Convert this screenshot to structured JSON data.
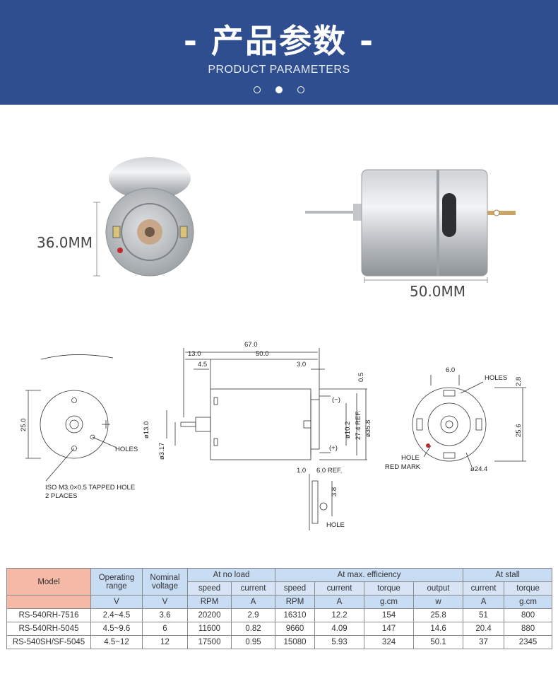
{
  "header": {
    "title": "- 产品参数 -",
    "subtitle": "PRODUCT PARAMETERS"
  },
  "photos": {
    "front_dimension": "36.0MM",
    "side_dimension": "50.0MM"
  },
  "drawing": {
    "dims_top": [
      "67.0",
      "13.0",
      "50.0",
      "4.5",
      "3.0",
      "0.5"
    ],
    "dims_side": [
      "(−)",
      "(+)",
      "ø10.2",
      "27.4 REF.",
      "ø35.8",
      "ø13.0",
      "ø3.17"
    ],
    "left_view": {
      "dim": "25.0",
      "holes": "HOLES",
      "note_line1": "ISO M3.0×0.5 TAPPED HOLE",
      "note_line2": "2 PLACES"
    },
    "terminal": {
      "dim_a": "1.0",
      "dim_b": "6.0 REF.",
      "dim_c": "3.8",
      "hole": "HOLE"
    },
    "right_view": {
      "dim_top": "6.0",
      "holes": "HOLES",
      "dim_right_a": "2.8",
      "dim_right_b": "25.6",
      "hole": "HOLE",
      "red_mark": "RED MARK",
      "dia": "ø24.4"
    }
  },
  "table": {
    "headers": {
      "model": "Model",
      "operating_range": "Operating range",
      "nominal_voltage": "Nominal voltage",
      "no_load": "At no load",
      "max_eff": "At max. efficiency",
      "stall": "At stall"
    },
    "subheaders": {
      "speed": "speed",
      "current": "current",
      "speed2": "speed",
      "current2": "current",
      "torque": "torque",
      "output": "output",
      "current3": "current",
      "torque2": "torque"
    },
    "units": [
      "V",
      "V",
      "RPM",
      "A",
      "RPM",
      "A",
      "g.cm",
      "w",
      "A",
      "g.cm"
    ],
    "rows": [
      [
        "RS-540RH-7516",
        "2.4~4.5",
        "3.6",
        "20200",
        "2.9",
        "16310",
        "12.2",
        "154",
        "25.8",
        "51",
        "800"
      ],
      [
        "RS-540RH-5045",
        "4.5~9.6",
        "6",
        "11600",
        "0.82",
        "9660",
        "4.09",
        "147",
        "14.6",
        "20.4",
        "880"
      ],
      [
        "RS-540SH/SF-5045",
        "4.5~12",
        "12",
        "17500",
        "0.95",
        "15080",
        "5.93",
        "324",
        "50.1",
        "37",
        "2345"
      ]
    ]
  },
  "colors": {
    "header_bg": "#2f4e8f",
    "model_header": "#f4b9a7",
    "param_header": "#c8dcf3"
  }
}
